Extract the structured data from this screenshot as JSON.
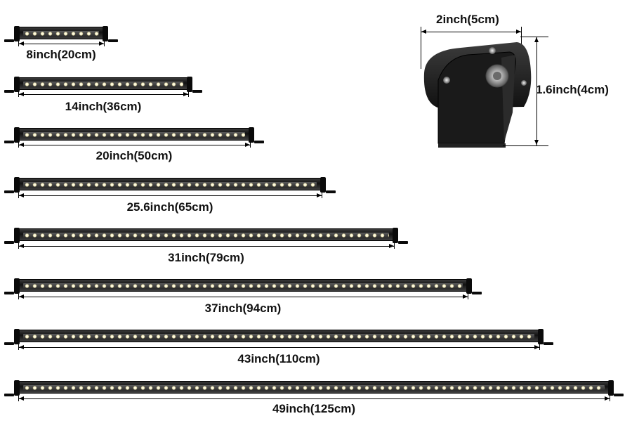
{
  "bars": [
    {
      "label": "8inch(20cm)"
    },
    {
      "label": "14inch(36cm)"
    },
    {
      "label": "20inch(50cm)"
    },
    {
      "label": "25.6inch(65cm)"
    },
    {
      "label": "31inch(79cm)"
    },
    {
      "label": "37inch(94cm)"
    },
    {
      "label": "43inch(110cm)"
    },
    {
      "label": "49inch(125cm)"
    }
  ],
  "bracket": {
    "width_label": "2inch(5cm)",
    "height_label": "1.6inch(4cm)"
  },
  "colors": {
    "bar_body": "#111111",
    "lens": "#3a3a3a",
    "led": "#fffbe0",
    "dimension_line": "#000000"
  }
}
